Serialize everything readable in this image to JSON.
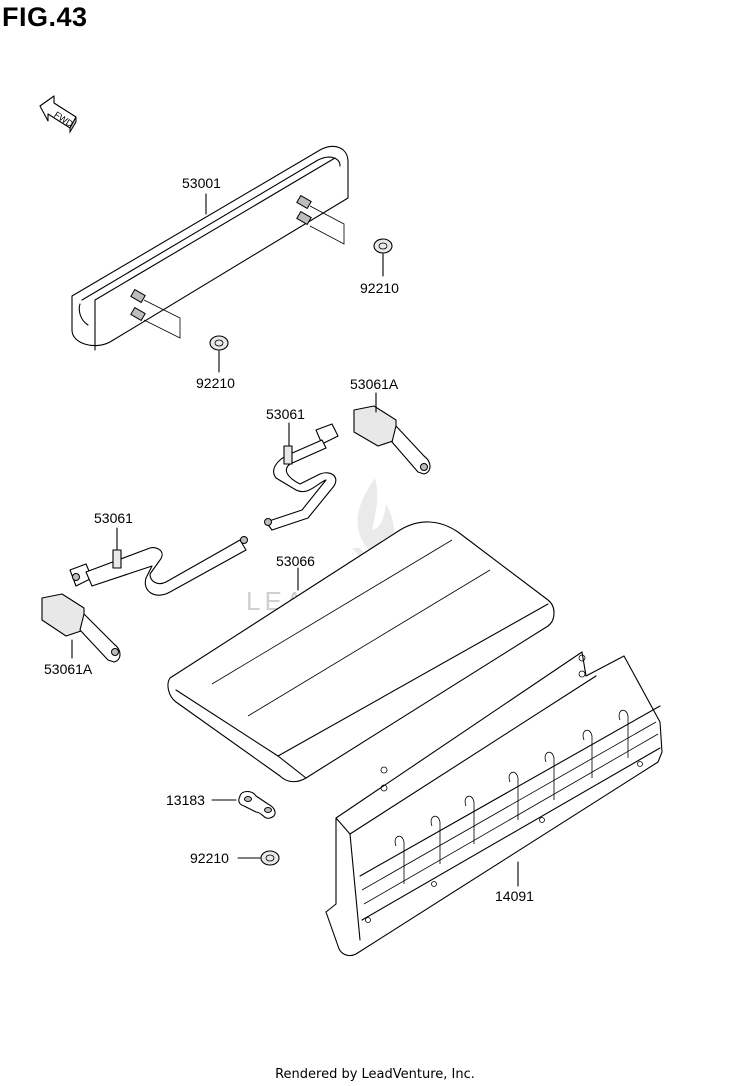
{
  "figure": {
    "title": "FIG.43"
  },
  "direction_marker": {
    "label": "FWD"
  },
  "watermark": {
    "text": "LEADVENTURE"
  },
  "callouts": {
    "top_cover": "53001",
    "nut_right": "92210",
    "nut_left": "92210",
    "clamp_a_right": "53061A",
    "band_right": "53061",
    "band_left": "53061",
    "pad": "53066",
    "clamp_a_left": "53061A",
    "bracket": "13183",
    "nut_bottom": "92210",
    "heat_guard": "14091"
  },
  "footer": {
    "text": "Rendered by LeadVenture, Inc."
  }
}
